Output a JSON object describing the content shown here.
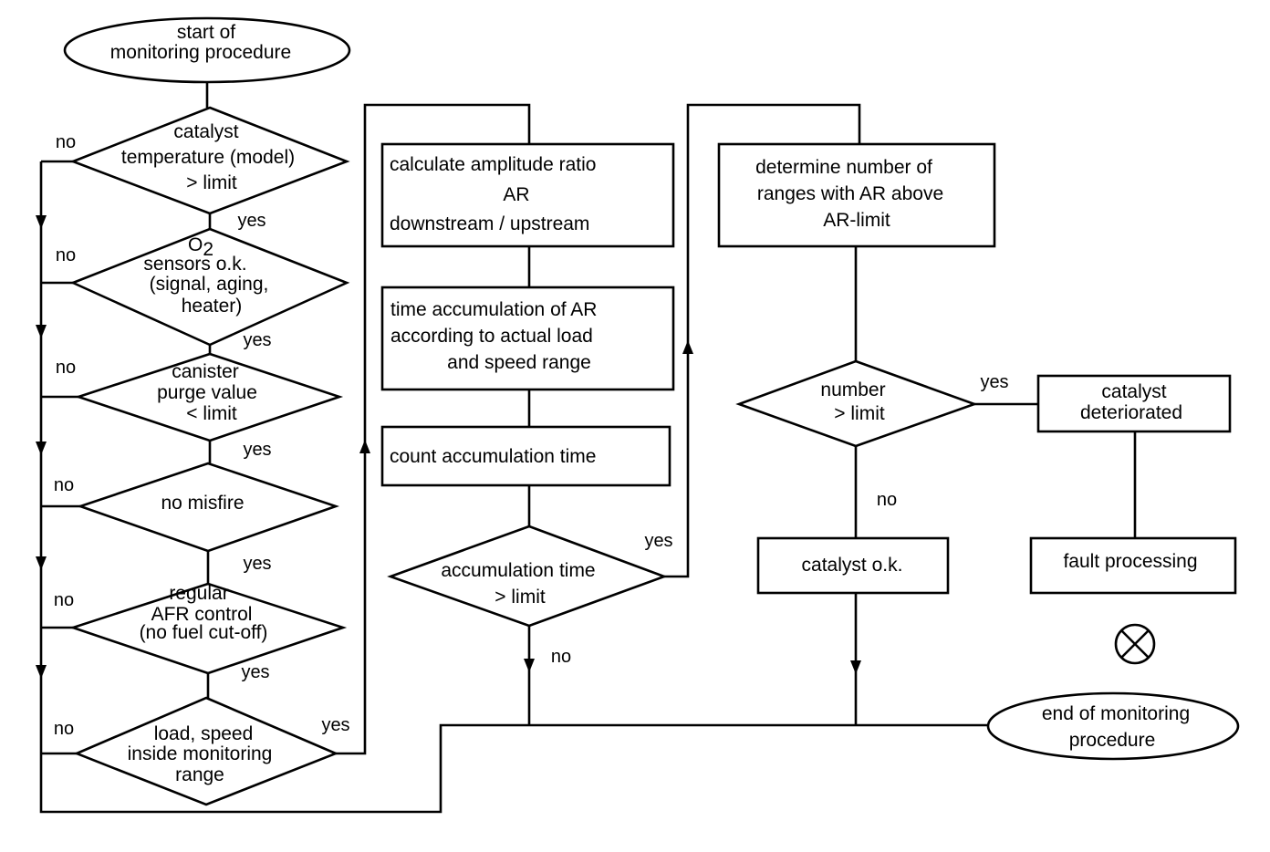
{
  "nodes": {
    "start": [
      "start of",
      "monitoring procedure"
    ],
    "catalyst_temp": [
      "catalyst",
      "temperature (model)",
      "> limit"
    ],
    "o2_sensors": [
      "O2",
      "sensors o.k.",
      "(signal, aging,",
      "heater)"
    ],
    "canister_purge": [
      "canister",
      "purge value",
      "< limit"
    ],
    "misfire": [
      "no misfire"
    ],
    "afr_control": [
      "regular",
      "AFR control",
      "(no fuel cut-off)"
    ],
    "load_speed": [
      "load, speed",
      "inside monitoring",
      "range"
    ],
    "calc_ar": [
      "calculate amplitude ratio",
      "AR",
      "downstream / upstream"
    ],
    "time_accum": [
      "time accumulation of AR",
      "according to actual load",
      "and speed range"
    ],
    "count_time": [
      "count accumulation time"
    ],
    "accum_time_limit": [
      "accumulation time",
      "> limit"
    ],
    "determine_ranges": [
      "determine number of",
      "ranges with AR above",
      "AR-limit"
    ],
    "number_limit": [
      "number",
      "> limit"
    ],
    "catalyst_deteriorated": [
      "catalyst",
      "deteriorated"
    ],
    "catalyst_ok": [
      "catalyst o.k."
    ],
    "fault_processing": [
      "fault processing"
    ],
    "end": [
      "end of monitoring",
      "procedure"
    ]
  },
  "labels": {
    "yes": "yes",
    "no": "no"
  }
}
